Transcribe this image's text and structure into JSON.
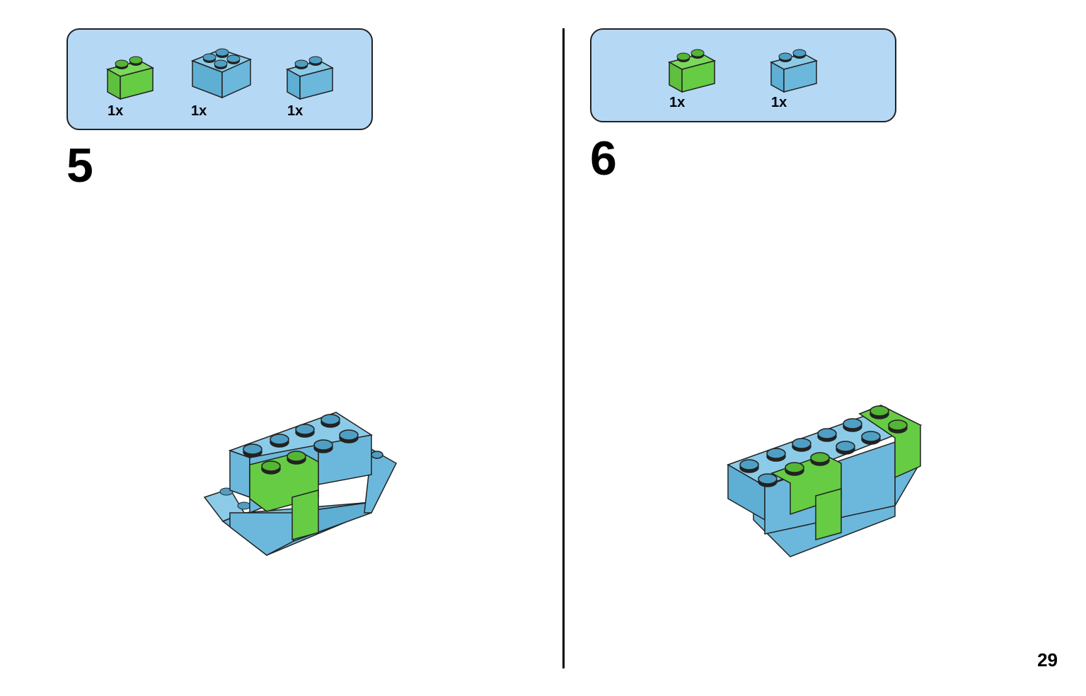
{
  "steps": [
    {
      "number": "5",
      "parts": [
        {
          "qty": "1x",
          "color": "#66cc44",
          "icon": "brick-2x1-green"
        },
        {
          "qty": "1x",
          "color": "#6cb8dc",
          "icon": "brick-2x2-blue"
        },
        {
          "qty": "1x",
          "color": "#6cb8dc",
          "icon": "brick-2x1-blue"
        }
      ]
    },
    {
      "number": "6",
      "parts": [
        {
          "qty": "1x",
          "color": "#66cc44",
          "icon": "brick-2x1-green"
        },
        {
          "qty": "1x",
          "color": "#6cb8dc",
          "icon": "brick-2x1-blue"
        }
      ]
    }
  ],
  "page_number": "29",
  "colors": {
    "blue": "#6cb8dc",
    "green": "#66cc44",
    "panel": "#b5d8f5"
  }
}
